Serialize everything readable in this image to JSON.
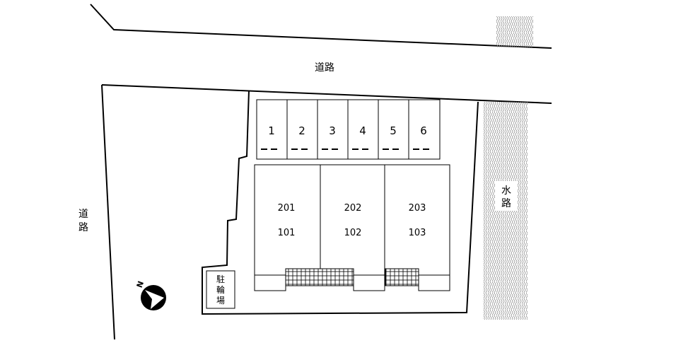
{
  "labels": {
    "road_top": "道路",
    "road_left_1": "道",
    "road_left_2": "路",
    "waterway_1": "水",
    "waterway_2": "路",
    "bike_1": "駐",
    "bike_2": "輪",
    "bike_3": "場"
  },
  "parking": [
    "1",
    "2",
    "3",
    "4",
    "5",
    "6"
  ],
  "units": [
    {
      "upper": "201",
      "lower": "101"
    },
    {
      "upper": "202",
      "lower": "102"
    },
    {
      "upper": "203",
      "lower": "103"
    }
  ],
  "compass": {
    "label": "N"
  }
}
